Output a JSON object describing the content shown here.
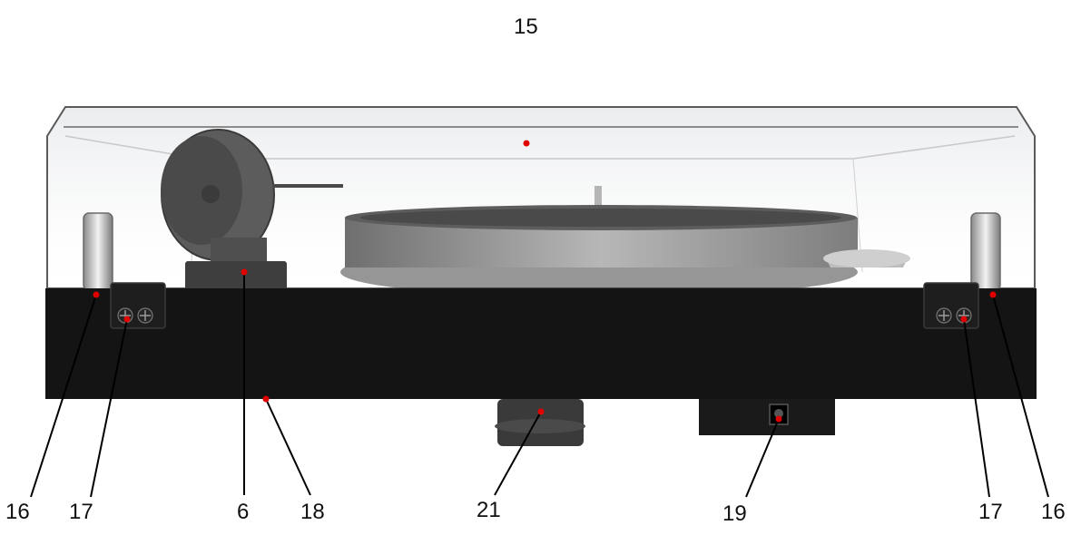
{
  "callouts": [
    {
      "id": "c15",
      "label": "15"
    },
    {
      "id": "c16l",
      "label": "16"
    },
    {
      "id": "c17l",
      "label": "17"
    },
    {
      "id": "c6",
      "label": "6"
    },
    {
      "id": "c18",
      "label": "18"
    },
    {
      "id": "c21",
      "label": "21"
    },
    {
      "id": "c19",
      "label": "19"
    },
    {
      "id": "c17r",
      "label": "17"
    },
    {
      "id": "c16r",
      "label": "16"
    }
  ],
  "colors": {
    "plinth": "#141414",
    "leader_line": "#000000",
    "marker_dot": "#e00000",
    "dust_cover_edge": "#4a4a4a",
    "platter": "#9a9a9a"
  }
}
